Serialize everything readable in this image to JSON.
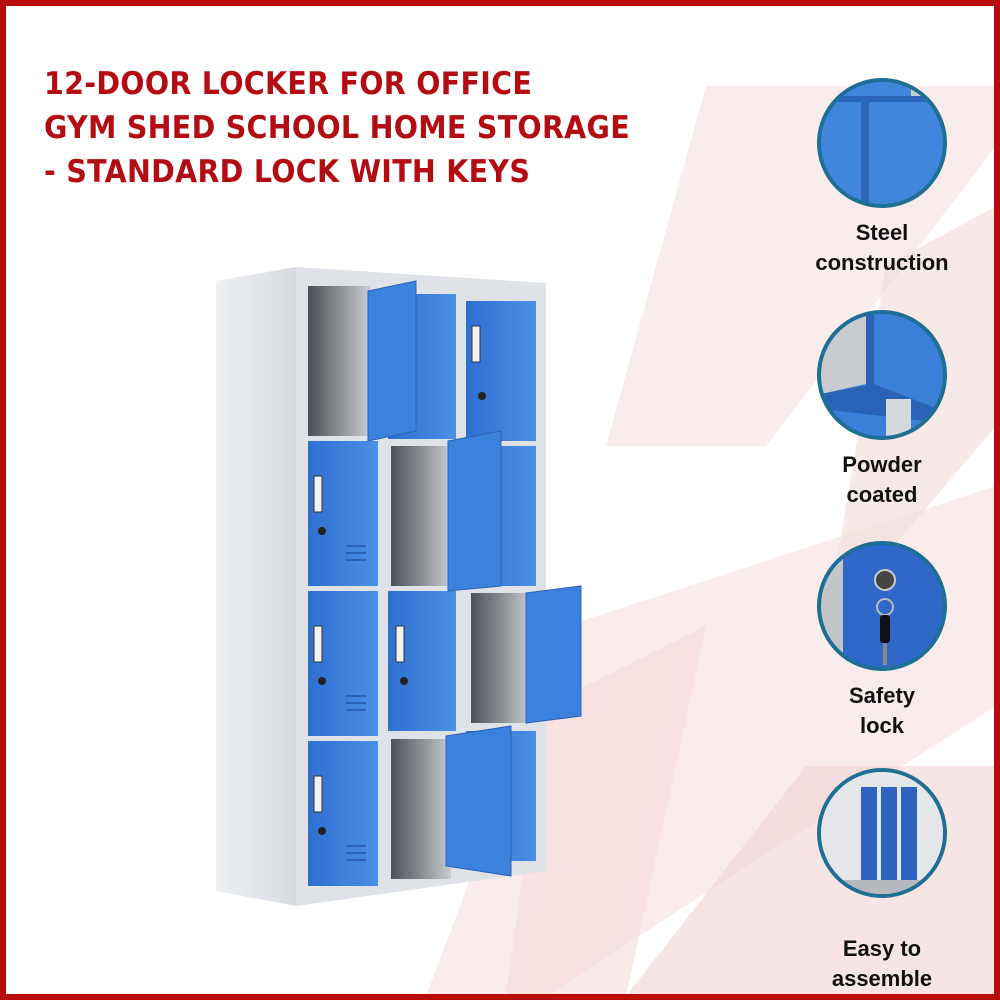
{
  "page": {
    "border_color": "#b80b0b",
    "title_color": "#b30c12",
    "title_lines": [
      "12-DOOR LOCKER FOR OFFICE",
      "GYM SHED SCHOOL HOME STORAGE",
      "- STANDARD LOCK WITH KEYS"
    ]
  },
  "product_image": {
    "description": "3-column, 4-row blue and grey steel locker with 12 doors, several doors open",
    "door_color": "#3a7fd9",
    "body_color": "#e3e6ea",
    "columns": 3,
    "rows": 4
  },
  "features": [
    {
      "icon": "steel-construction-icon",
      "line1": "Steel",
      "line2": "construction"
    },
    {
      "icon": "powder-coated-icon",
      "line1": "Powder",
      "line2": "coated"
    },
    {
      "icon": "safety-lock-icon",
      "line1": "Safety",
      "line2": "lock"
    },
    {
      "icon": "easy-assemble-icon",
      "line1": "Easy to",
      "line2": "assemble"
    }
  ]
}
